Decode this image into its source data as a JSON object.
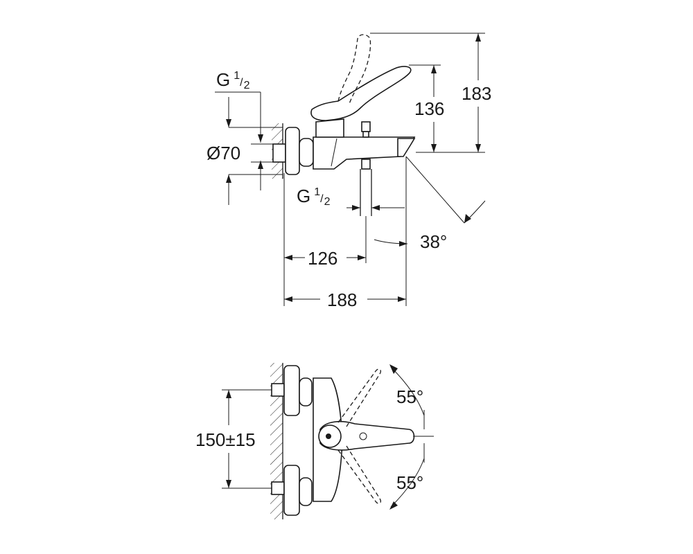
{
  "side_view": {
    "thread_top": {
      "base": "G",
      "sup": "1",
      "sub": "2"
    },
    "diameter": "Ø70",
    "thread_bottom": {
      "base": "G",
      "sup": "1",
      "sub": "2"
    },
    "height_spout": "136",
    "height_total": "183",
    "spout_angle": "38°",
    "depth_outlet": "126",
    "depth_total": "188"
  },
  "front_view": {
    "centers": "150±15",
    "lever_angle_up": "55°",
    "lever_angle_down": "55°"
  }
}
